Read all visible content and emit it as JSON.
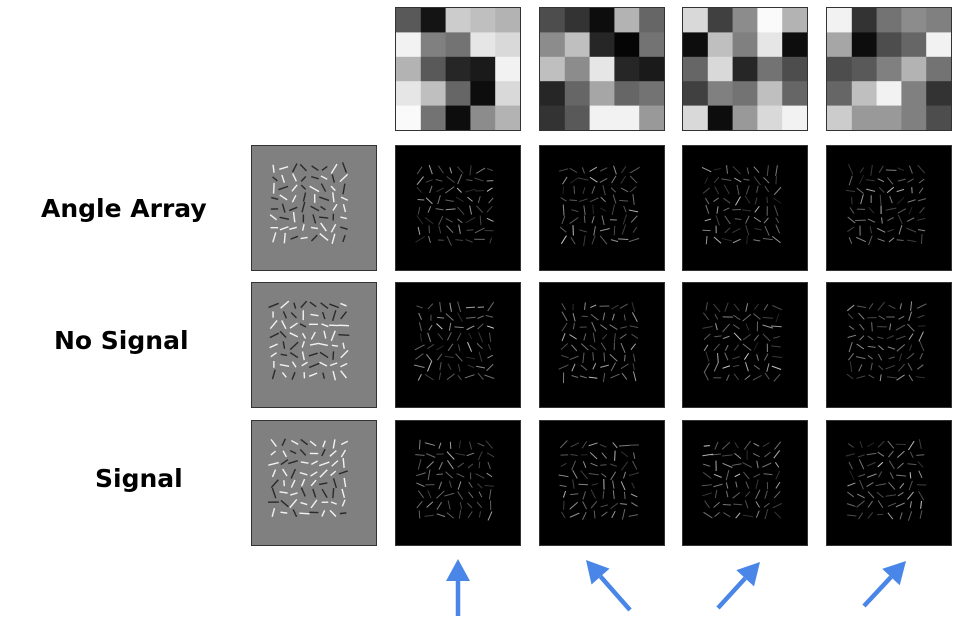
{
  "row_labels": [
    "Angle Array",
    "No Signal",
    "Signal"
  ],
  "colors": {
    "arrow": "#4a86e8",
    "stimulus_background": "#808080",
    "response_background": "#000000"
  },
  "kernels": [
    [
      [
        0.35,
        0.08,
        0.8,
        0.75,
        0.7
      ],
      [
        0.95,
        0.5,
        0.45,
        0.9,
        0.85
      ],
      [
        0.7,
        0.35,
        0.15,
        0.1,
        0.95
      ],
      [
        0.9,
        0.75,
        0.4,
        0.05,
        0.85
      ],
      [
        0.98,
        0.45,
        0.05,
        0.55,
        0.7
      ]
    ],
    [
      [
        0.3,
        0.2,
        0.05,
        0.7,
        0.4
      ],
      [
        0.55,
        0.75,
        0.15,
        0.02,
        0.45
      ],
      [
        0.75,
        0.55,
        0.9,
        0.15,
        0.1
      ],
      [
        0.15,
        0.4,
        0.65,
        0.4,
        0.45
      ],
      [
        0.2,
        0.35,
        0.95,
        0.95,
        0.6
      ]
    ],
    [
      [
        0.85,
        0.25,
        0.55,
        0.98,
        0.7
      ],
      [
        0.05,
        0.75,
        0.5,
        0.9,
        0.05
      ],
      [
        0.4,
        0.85,
        0.15,
        0.45,
        0.3
      ],
      [
        0.25,
        0.5,
        0.45,
        0.75,
        0.4
      ],
      [
        0.85,
        0.05,
        0.6,
        0.85,
        0.95
      ]
    ],
    [
      [
        0.95,
        0.2,
        0.45,
        0.55,
        0.5
      ],
      [
        0.65,
        0.05,
        0.3,
        0.4,
        0.95
      ],
      [
        0.3,
        0.35,
        0.5,
        0.7,
        0.45
      ],
      [
        0.4,
        0.75,
        0.95,
        0.5,
        0.2
      ],
      [
        0.8,
        0.6,
        0.6,
        0.5,
        0.3
      ]
    ]
  ],
  "arrows": [
    {
      "direction": "up",
      "angle_deg": 90
    },
    {
      "direction": "up-left",
      "angle_deg": 130
    },
    {
      "direction": "up-right",
      "angle_deg": 45
    },
    {
      "direction": "up-right",
      "angle_deg": 40
    }
  ]
}
